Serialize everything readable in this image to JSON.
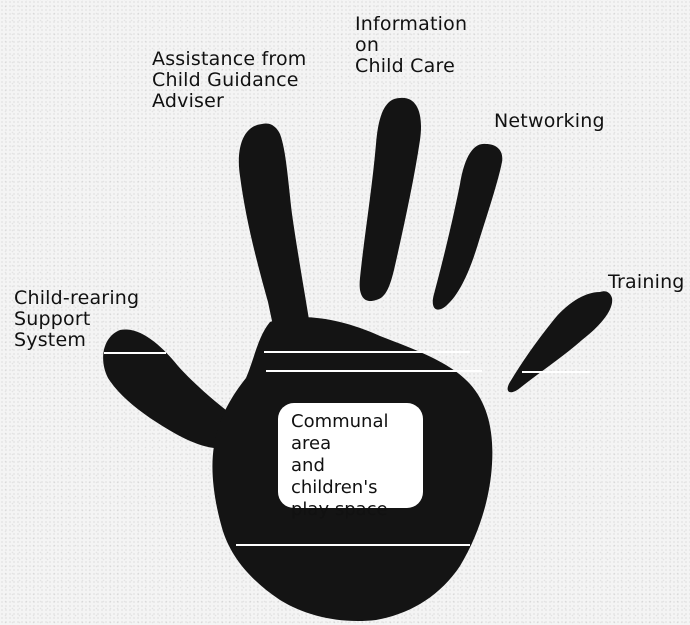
{
  "labels": {
    "child_rearing": "Child-rearing\nSupport\nSystem",
    "assistance": "Assistance from\nChild Guidance\nAdviser",
    "information": "Information\non\nChild Care",
    "networking": "Networking",
    "training": "Training"
  },
  "center": {
    "text": "Communal area\nand children's\nplay space"
  },
  "colors": {
    "hand": "#141414",
    "box": "#ffffff",
    "text": "#111111",
    "background": "#f4f4f4"
  }
}
